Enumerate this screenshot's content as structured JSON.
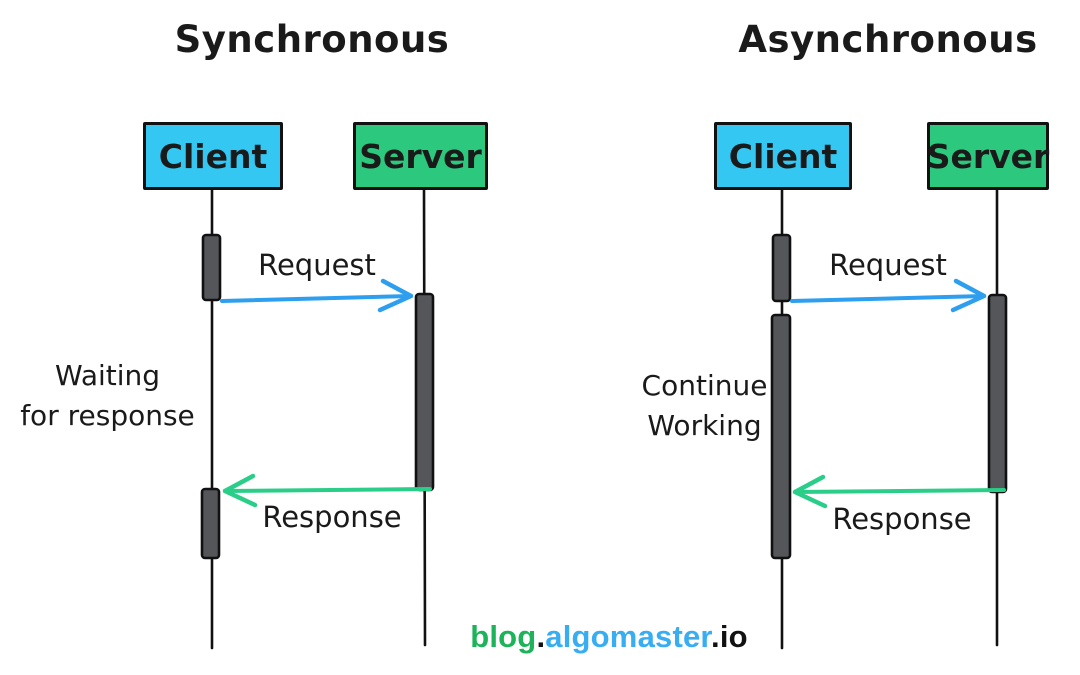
{
  "diagram": {
    "left": {
      "title": "Synchronous",
      "client_label": "Client",
      "server_label": "Server",
      "request_label": "Request",
      "response_label": "Response",
      "note_line1": "Waiting",
      "note_line2": "for response"
    },
    "right": {
      "title": "Asynchronous",
      "client_label": "Client",
      "server_label": "Server",
      "request_label": "Request",
      "response_label": "Response",
      "note_line1": "Continue",
      "note_line2": "Working"
    }
  },
  "branding": {
    "blog": "blog",
    "dot1": ".",
    "site": "algomaster",
    "dot2": ".",
    "tld": "io"
  },
  "colors": {
    "client_box": "#33c7f2",
    "server_box": "#2bc87d",
    "request_arrow": "#2e9fee",
    "response_arrow": "#2bce88",
    "activation_bar": "#54565a",
    "line": "#111111",
    "brand_green": "#1db35b",
    "brand_blue": "#38adf2",
    "text": "#1a1a1a"
  }
}
